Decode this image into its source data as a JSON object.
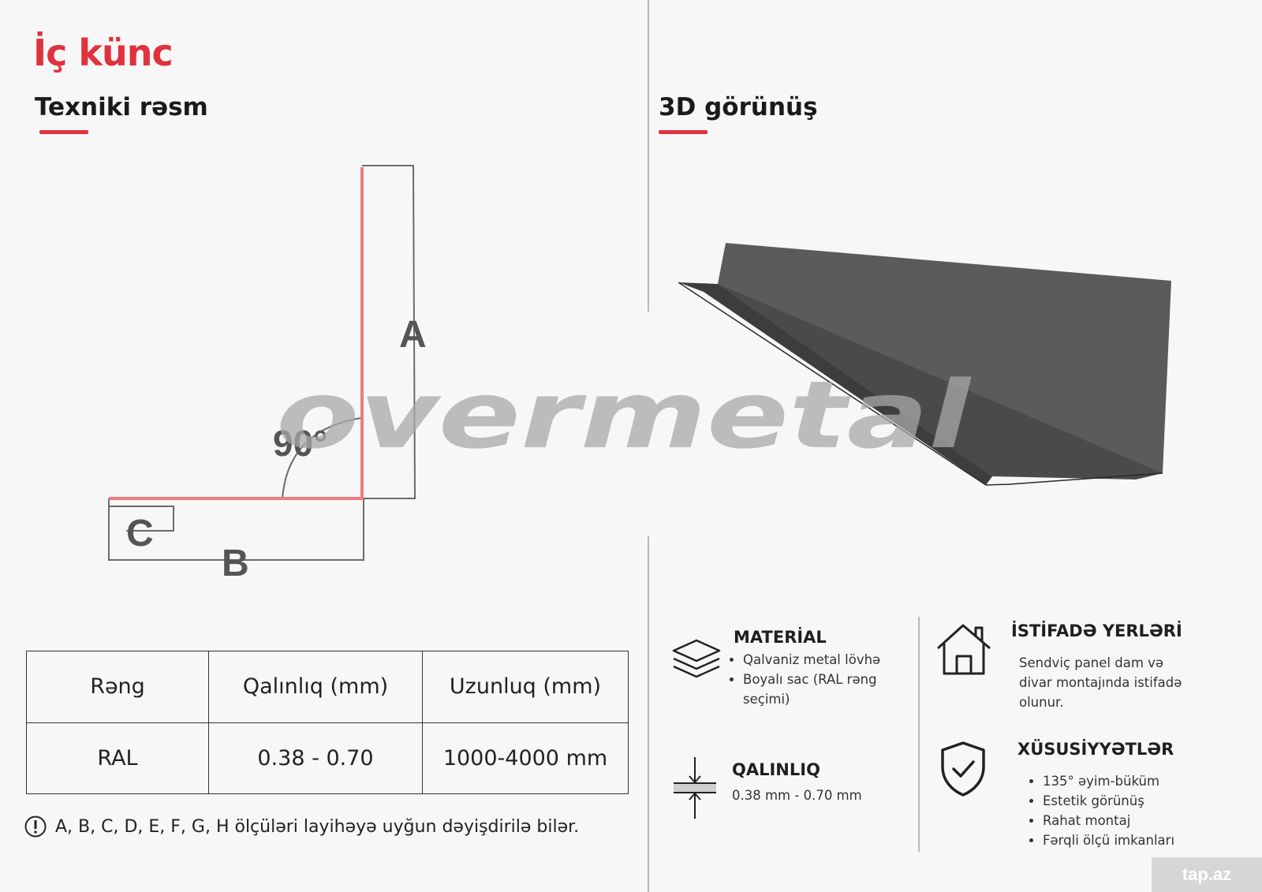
{
  "header": {
    "title": "İç künc"
  },
  "technical": {
    "title": "Texniki rəsm",
    "labels": {
      "a": "A",
      "b": "B",
      "c": "C",
      "angle": "90°"
    }
  },
  "view3d": {
    "title": "3D görünüş"
  },
  "brand": {
    "logo_text": "overmetal"
  },
  "spec_table": {
    "headers": [
      "Rəng",
      "Qalınlıq (mm)",
      "Uzunluq (mm)"
    ],
    "row": [
      "RAL",
      "0.38 - 0.70",
      "1000-4000 mm"
    ]
  },
  "note": {
    "text": "A, B, C, D, E, F, G, H  ölçüləri layihəyə uyğun dəyişdirilə bilər."
  },
  "info": {
    "material": {
      "title": "MATERİAL",
      "items": [
        "Qalvaniz metal lövhə",
        "Boyalı sac (RAL rəng seçimi)"
      ]
    },
    "usage": {
      "title": "İSTİFADƏ YERLƏRİ",
      "text": "Sendviç panel dam və divar montajında istifadə olunur."
    },
    "thickness": {
      "title": "QALINLIQ",
      "text": "0.38 mm - 0.70 mm"
    },
    "features": {
      "title": "XÜSUSİYYƏTLƏR",
      "items": [
        "135° əyim-büküm",
        "Estetik görünüş",
        "Rahat montaj",
        "Fərqli ölçü imkanları"
      ]
    }
  },
  "watermark": {
    "text": "tap.az"
  },
  "colors": {
    "accent": "#e0323e",
    "profile": "#5a5a5a"
  },
  "icons": [
    "layers-icon",
    "house-icon",
    "thickness-icon",
    "shield-check-icon",
    "warning-icon"
  ]
}
